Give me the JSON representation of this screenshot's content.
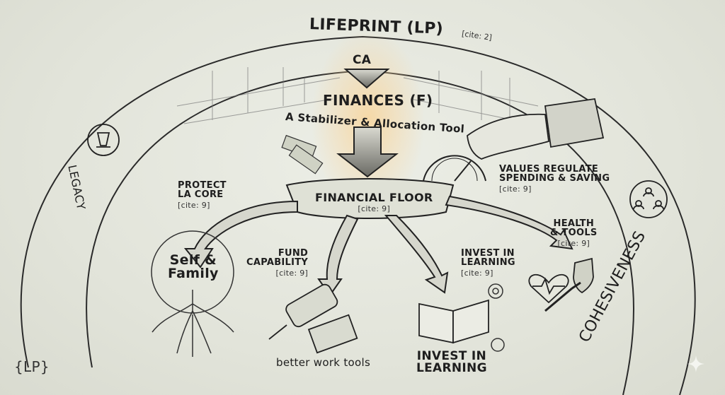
{
  "diagram": {
    "title": "LIFEPRINT (LP)",
    "title_cite": "[cite: 2]",
    "source_label": "CA",
    "center": {
      "title": "FINANCES (F)",
      "subtitle": "A Stabilizer & Allocation Tool"
    },
    "floor": {
      "label": "FINANCIAL FLOOR",
      "cite": "[cite: 9]"
    },
    "branches": [
      {
        "label_line1": "PROTECT",
        "label_line2": "LA CORE",
        "cite": "[cite: 9]",
        "target": "Self &",
        "target2": "Family"
      },
      {
        "label_line1": "FUND",
        "label_line2": "CAPABILITY",
        "cite": "[cite: 9]",
        "target": "better work tools"
      },
      {
        "label_line1": "INVEST IN",
        "label_line2": "LEARNING",
        "cite": "[cite: 9]",
        "target": "INVEST IN",
        "target2": "LEARNING"
      },
      {
        "label_line1": "HEALTH",
        "label_line2": "& TOOLS",
        "cite": "[cite: 9]"
      }
    ],
    "values_note": {
      "line1": "VALUES REGULATE",
      "line2": "SPENDING & SAVING",
      "cite": "[cite: 9]"
    },
    "ring_left": "LEGACY",
    "ring_right": "COHESIVENESS",
    "logo": "{LP}",
    "icons": [
      "trophy-icon",
      "people-network-icon",
      "money-icon",
      "gauge-icon",
      "hand-icon",
      "roots-tree-icon",
      "drill-icon",
      "book-icon",
      "gear-icon",
      "heart-icon",
      "shield-icon",
      "sparkle-icon"
    ],
    "colors": {
      "paper": "#e3e5db",
      "ink": "#1e1e1e",
      "glow": "#f6d9a8"
    }
  }
}
